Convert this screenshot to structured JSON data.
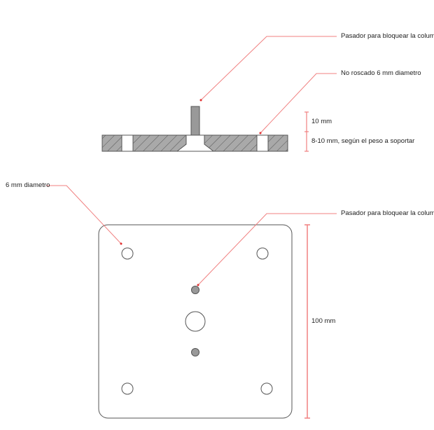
{
  "labels": {
    "pin_top": "Pasador para bloquear la columna",
    "hole_side": "No roscado 6 mm diametro",
    "dim_10": "10 mm",
    "dim_plate": "8-10 mm, según el peso a soportar",
    "hole_diameter": "6 mm diametro",
    "pin_plan": "Pasador para bloquear la columna",
    "dim_100": "100 mm"
  },
  "colors": {
    "leader": "#f08080",
    "outline": "#555555",
    "fill_dark": "#999999"
  }
}
